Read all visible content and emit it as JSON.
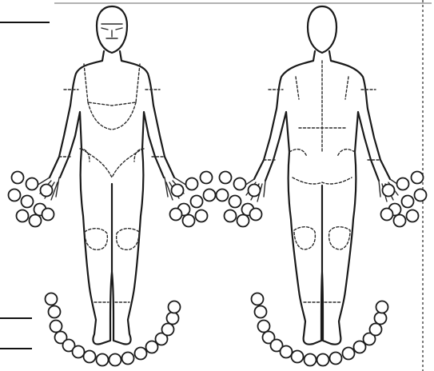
{
  "diagram": {
    "views": [
      "front",
      "back"
    ],
    "colors": {
      "line": "#1a1a1a",
      "background": "#ffffff",
      "marker_fill": "#ffffff"
    },
    "marker_shape": "circle",
    "marker_groups": {
      "front_left_hand": 9,
      "front_right_hand": 9,
      "front_feet": 16,
      "back_left_hand": 9,
      "back_right_hand": 9,
      "back_feet": 16
    }
  }
}
